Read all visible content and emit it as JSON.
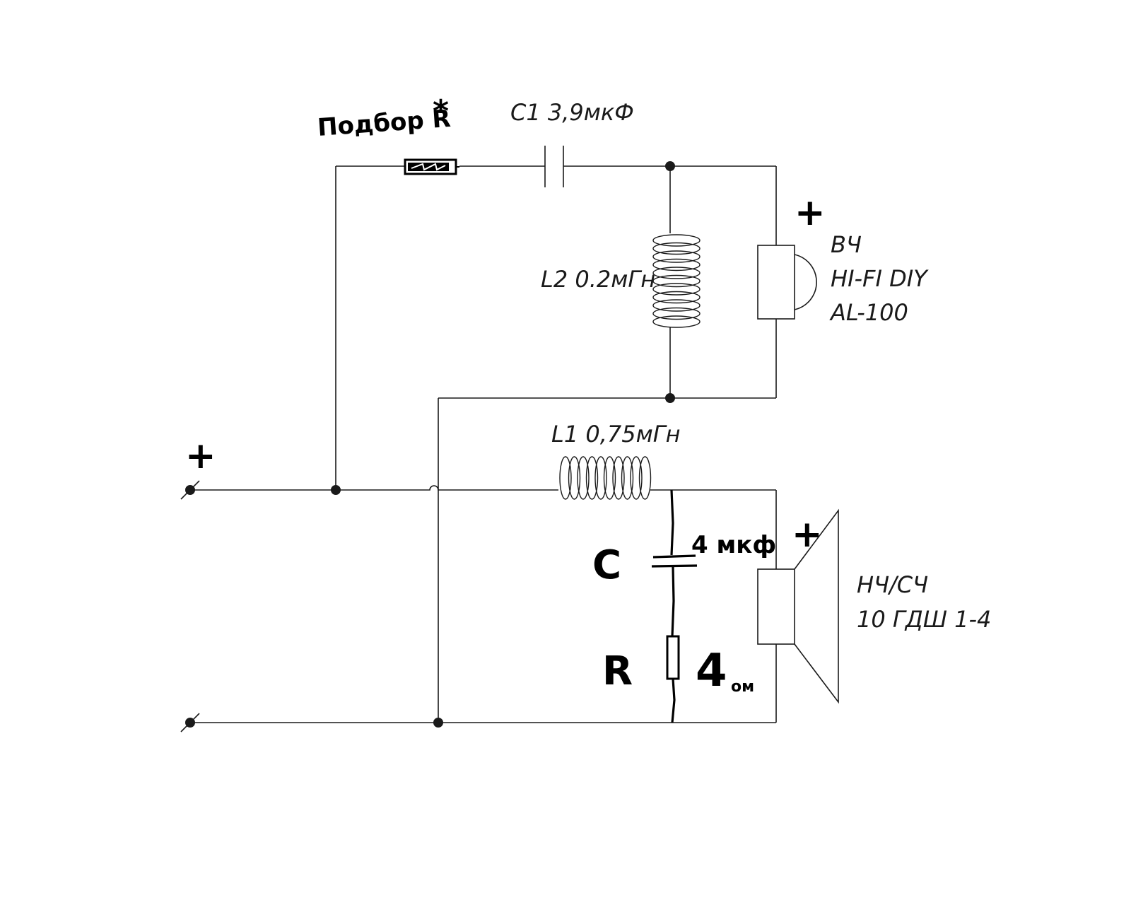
{
  "labels": {
    "resistor_select": "Подбор R",
    "asterisk": "*",
    "c1": "C1 3,9мкФ",
    "l2": "L2 0.2мГн",
    "tweeter_line1": "ВЧ",
    "tweeter_line2": "HI-FI DIY",
    "tweeter_line3": "AL-100",
    "l1": "L1 0,75мГн",
    "c": "C",
    "c_value": "4 мкф",
    "r": "R",
    "r_value_num": "4",
    "r_value_unit": "ом",
    "woofer_line1": "НЧ/СЧ",
    "woofer_line2": "10 ГДШ 1-4",
    "plus": "+"
  },
  "icons": [
    "terminal-icon",
    "resistor-icon",
    "capacitor-icon",
    "inductor-icon",
    "tweeter-icon",
    "woofer-icon",
    "junction-dot-icon"
  ]
}
